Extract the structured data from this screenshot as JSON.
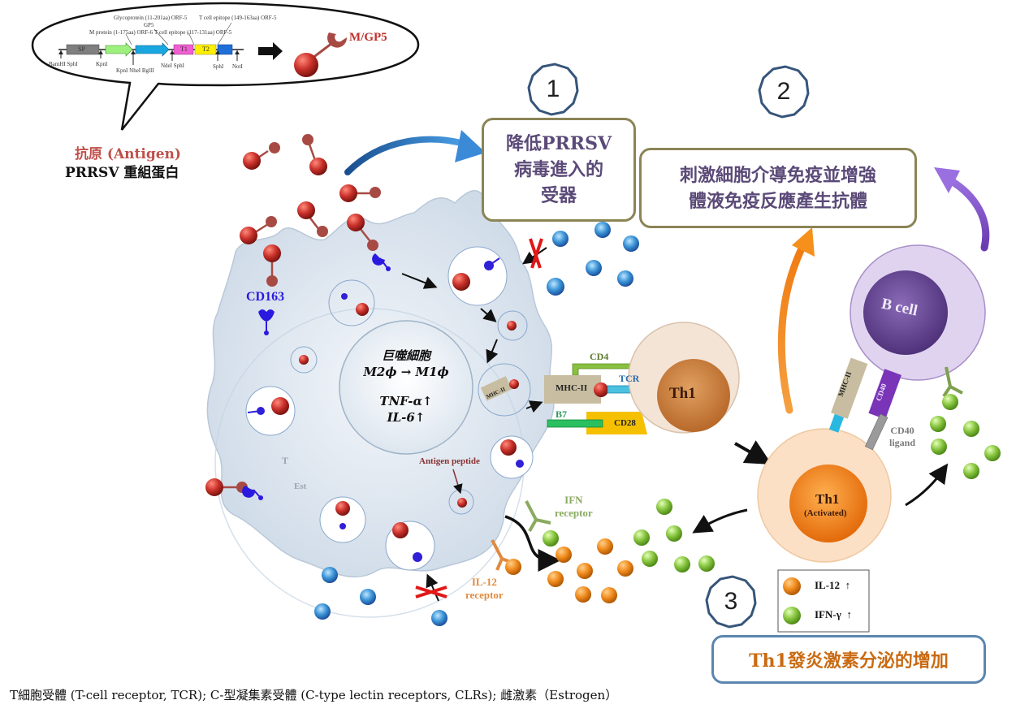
{
  "construct": {
    "segments": [
      {
        "label": "SP",
        "color": "#7f7f7f"
      },
      {
        "label": "",
        "color": "#9ef07e"
      },
      {
        "label": "",
        "color": "#1aa7e0"
      },
      {
        "label": "T1",
        "color": "#f05fd2"
      },
      {
        "label": "T2",
        "color": "#fff000"
      },
      {
        "label": "",
        "color": "#1f6fd8"
      }
    ],
    "annotations": [
      "M protein (1-175aa) ORF-6",
      "Glycoprotein (11-201aa) ORF-5",
      "GP5",
      "T cell epitope (117-131aa) ORF-5",
      "T cell epitope (149-163aa) ORF-5"
    ],
    "sites": [
      "BamHI SphI",
      "KpnI",
      "KpnI NheI BglII",
      "NdeI SphI",
      "SphI",
      "NotI"
    ],
    "product_label": "M/GP5"
  },
  "antigen": {
    "title": "抗原 (Antigen)",
    "subtitle": "PRRSV 重組蛋白"
  },
  "receptor_label": "CD163",
  "steps": [
    {
      "number": "1",
      "text_lines": [
        "降低PRRSV",
        "病毒進入的",
        "受器"
      ]
    },
    {
      "number": "2",
      "text_lines": [
        "刺激細胞介導免疫並增強",
        "體液免疫反應產生抗體"
      ]
    },
    {
      "number": "3",
      "text_lines": [
        "Th1發炎激素分泌的增加"
      ]
    }
  ],
  "macrophage": {
    "lines": [
      "巨噬細胞",
      "M2ϕ → M1ϕ",
      "TNF-α↑",
      "IL-6↑"
    ],
    "faded_labels": [
      "T",
      "Est"
    ]
  },
  "antigen_peptide_label": "Antigen peptide",
  "synapse": {
    "mhc_small": "MHC-II",
    "mhc": "MHC-II",
    "cd4": "CD4",
    "tcr": "TCR",
    "b7": "B7",
    "cd28": "CD28"
  },
  "th1_cell": {
    "label": "Th1"
  },
  "th1_activated": {
    "label": "Th1",
    "sublabel": "(Activated)"
  },
  "b_cell": {
    "label": "B cell",
    "mhc": "MHC-II",
    "cd40": "CD40",
    "cd40_ligand": "CD40\nligand"
  },
  "ifn_receptor_label": [
    "IFN",
    "receptor"
  ],
  "il12_receptor_label": [
    "IL-12",
    "receptor"
  ],
  "legend": {
    "items": [
      {
        "label": "IL-12",
        "arrow": "↑",
        "color": "#f08a1c"
      },
      {
        "label": "IFN-γ",
        "arrow": "↑",
        "color": "#7fc13a"
      }
    ]
  },
  "colors": {
    "antigen_red": "#c0302a",
    "cd163_blue": "#2a1ae0",
    "step_box_border": "#8b8456",
    "step_text": "#5b4a78",
    "step3_border": "#5b86b0",
    "step3_text": "#c96a12",
    "b_cell_purple": "#6a4a98",
    "th1_orange": "#ea7a16"
  },
  "footnote": "T細胞受體 (T-cell receptor, TCR); C-型凝集素受體 (C-type lectin receptors, CLRs); 雌激素（Estrogen）"
}
